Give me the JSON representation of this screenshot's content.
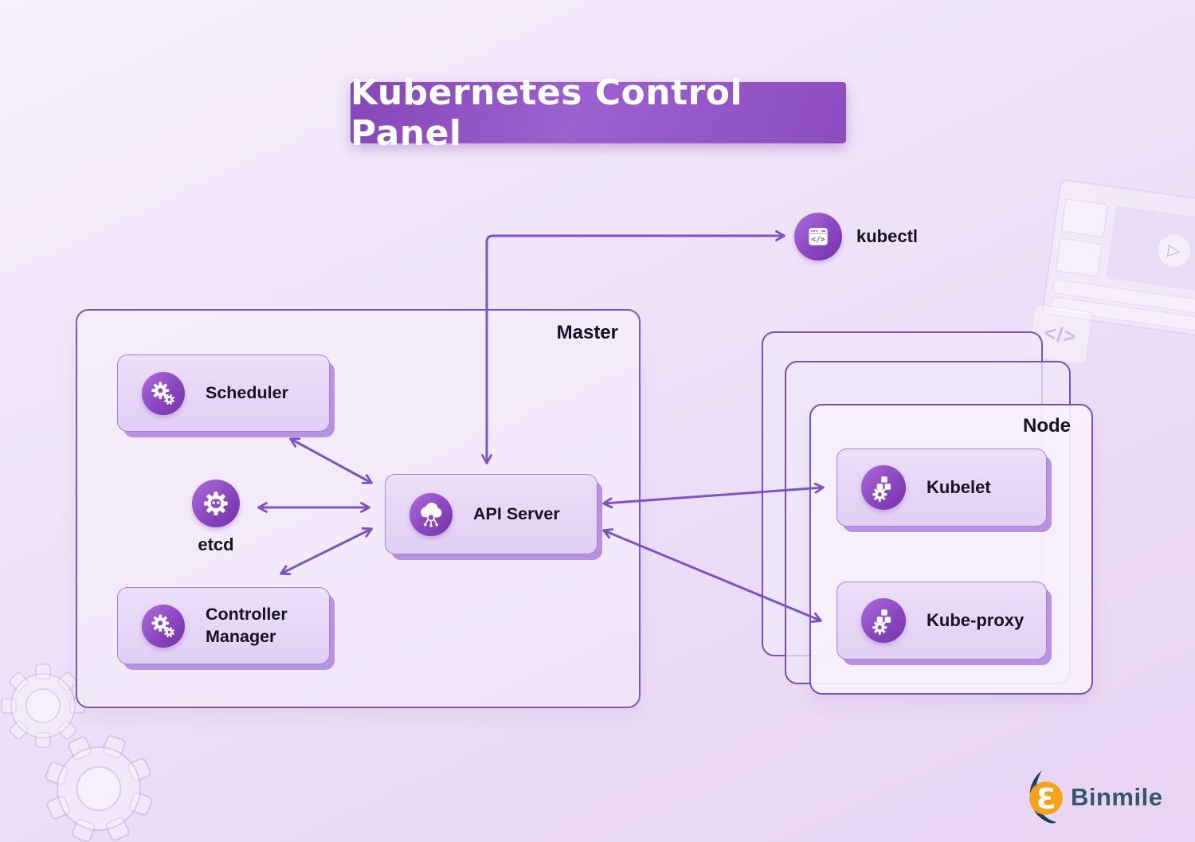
{
  "title": "Kubernetes Control Panel",
  "groups": {
    "master": {
      "label": "Master"
    },
    "node": {
      "label": "Node"
    }
  },
  "components": {
    "scheduler": {
      "label": "Scheduler",
      "icon": "gears-icon"
    },
    "etcd": {
      "label": "etcd",
      "icon": "gear-face-icon"
    },
    "controller_manager": {
      "label": "Controller Manager",
      "icon": "gears-icon"
    },
    "api_server": {
      "label": "API Server",
      "icon": "cloud-network-icon"
    },
    "kubectl": {
      "label": "kubectl",
      "icon": "code-window-icon"
    },
    "kubelet": {
      "label": "Kubelet",
      "icon": "cubes-gear-icon"
    },
    "kube_proxy": {
      "label": "Kube-proxy",
      "icon": "cubes-gear-icon"
    }
  },
  "edges": [
    {
      "from": "kubectl",
      "to": "api_server",
      "shape": "elbow",
      "arrows": "both"
    },
    {
      "from": "scheduler",
      "to": "api_server",
      "shape": "straight",
      "arrows": "both"
    },
    {
      "from": "etcd",
      "to": "api_server",
      "shape": "straight",
      "arrows": "both"
    },
    {
      "from": "controller_manager",
      "to": "api_server",
      "shape": "straight",
      "arrows": "both"
    },
    {
      "from": "api_server",
      "to": "kubelet",
      "shape": "straight",
      "arrows": "both"
    },
    {
      "from": "api_server",
      "to": "kube_proxy",
      "shape": "straight",
      "arrows": "both"
    }
  ],
  "brand": {
    "name": "Binmile"
  },
  "colors": {
    "banner": "#8d4dc0",
    "background": "#efe3f8",
    "box_fill": "#e7d6f6",
    "box_border": "#a87fd6",
    "box_shadow": "#b791e2",
    "group_border": "#7a4fc0",
    "arrow": "#7e53c6",
    "icon_circle": "#8a46bf",
    "text": "#17121f",
    "brand_navy": "#35566f",
    "brand_orange": "#f5a21d"
  }
}
